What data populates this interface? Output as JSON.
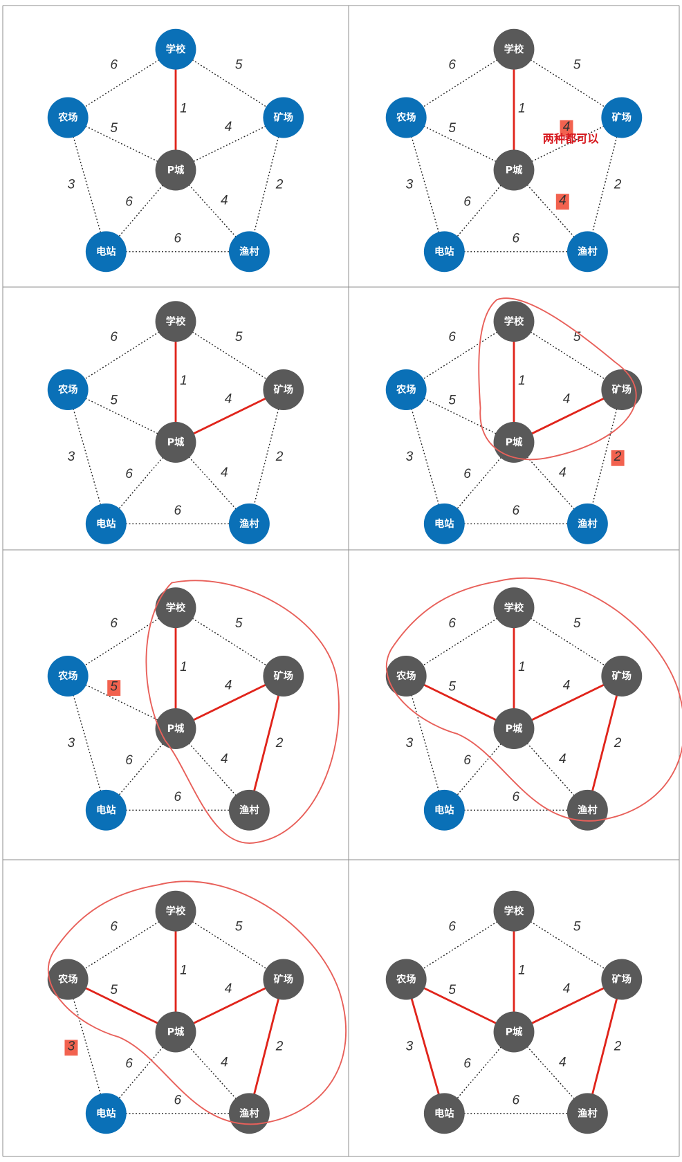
{
  "colors": {
    "visited": "#595959",
    "unvisited": "#0a70b7",
    "chosen_edge": "#e0241b",
    "dotted_edge": "#222222",
    "highlight": "#f2624f",
    "freehand": "#e8605a",
    "note_text": "#d7191f",
    "grid_line": "#8e8e8e"
  },
  "nodes": [
    {
      "id": "school",
      "label": "学校"
    },
    {
      "id": "mine",
      "label": "矿场"
    },
    {
      "id": "fishing",
      "label": "渔村"
    },
    {
      "id": "power",
      "label": "电站"
    },
    {
      "id": "farm",
      "label": "农场"
    },
    {
      "id": "pcity",
      "label": "P城"
    }
  ],
  "edges": [
    {
      "id": "school-pcity",
      "from": "school",
      "to": "pcity",
      "weight": "1"
    },
    {
      "id": "school-farm",
      "from": "school",
      "to": "farm",
      "weight": "6"
    },
    {
      "id": "school-mine",
      "from": "school",
      "to": "mine",
      "weight": "5"
    },
    {
      "id": "farm-pcity",
      "from": "farm",
      "to": "pcity",
      "weight": "5"
    },
    {
      "id": "mine-pcity",
      "from": "mine",
      "to": "pcity",
      "weight": "4"
    },
    {
      "id": "farm-power",
      "from": "farm",
      "to": "power",
      "weight": "3"
    },
    {
      "id": "mine-fishing",
      "from": "mine",
      "to": "fishing",
      "weight": "2"
    },
    {
      "id": "pcity-power",
      "from": "pcity",
      "to": "power",
      "weight": "6"
    },
    {
      "id": "pcity-fishing",
      "from": "pcity",
      "to": "fishing",
      "weight": "4"
    },
    {
      "id": "power-fishing",
      "from": "power",
      "to": "fishing",
      "weight": "6"
    }
  ],
  "steps": [
    {
      "visited": [
        "pcity"
      ],
      "chosen": [
        "school-pcity"
      ],
      "highlighted": [],
      "note": "",
      "enclosure": null
    },
    {
      "visited": [
        "school",
        "pcity"
      ],
      "chosen": [
        "school-pcity"
      ],
      "highlighted": [
        "mine-pcity",
        "pcity-fishing"
      ],
      "note": "两种都可以",
      "enclosure": null
    },
    {
      "visited": [
        "school",
        "mine",
        "pcity"
      ],
      "chosen": [
        "school-pcity",
        "mine-pcity"
      ],
      "highlighted": [],
      "note": "",
      "enclosure": null
    },
    {
      "visited": [
        "school",
        "mine",
        "pcity"
      ],
      "chosen": [
        "school-pcity",
        "mine-pcity"
      ],
      "highlighted": [
        "mine-fishing"
      ],
      "note": "",
      "enclosure": "school-mine-pcity"
    },
    {
      "visited": [
        "school",
        "mine",
        "pcity",
        "fishing"
      ],
      "chosen": [
        "school-pcity",
        "mine-pcity",
        "mine-fishing"
      ],
      "highlighted": [
        "farm-pcity"
      ],
      "note": "",
      "enclosure": "school-mine-pcity-fishing"
    },
    {
      "visited": [
        "school",
        "mine",
        "pcity",
        "fishing",
        "farm"
      ],
      "chosen": [
        "school-pcity",
        "mine-pcity",
        "mine-fishing",
        "farm-pcity"
      ],
      "highlighted": [],
      "note": "",
      "enclosure": "all-but-power"
    },
    {
      "visited": [
        "school",
        "mine",
        "pcity",
        "fishing",
        "farm"
      ],
      "chosen": [
        "school-pcity",
        "mine-pcity",
        "mine-fishing",
        "farm-pcity"
      ],
      "highlighted": [
        "farm-power"
      ],
      "note": "",
      "enclosure": "all-but-power"
    },
    {
      "visited": [
        "school",
        "mine",
        "pcity",
        "fishing",
        "farm",
        "power"
      ],
      "chosen": [
        "school-pcity",
        "mine-pcity",
        "mine-fishing",
        "farm-pcity",
        "farm-power"
      ],
      "highlighted": [],
      "note": "",
      "enclosure": null
    }
  ]
}
